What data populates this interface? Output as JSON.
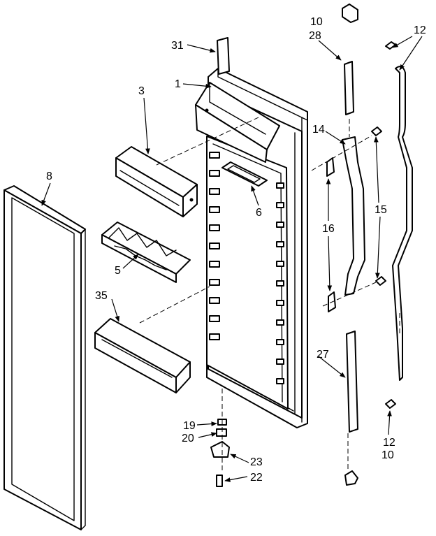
{
  "colors": {
    "ink": "#000000",
    "paper": "#ffffff"
  },
  "callouts": {
    "c1": "1",
    "c3": "3",
    "c5": "5",
    "c6": "6",
    "c8": "8",
    "c10_top": "10",
    "c10_bottom": "10",
    "c12_top": "12",
    "c12_bottom": "12",
    "c14": "14",
    "c15": "15",
    "c16": "16",
    "c19": "19",
    "c20": "20",
    "c22": "22",
    "c23": "23",
    "c27": "27",
    "c28": "28",
    "c31": "31",
    "c35": "35"
  }
}
